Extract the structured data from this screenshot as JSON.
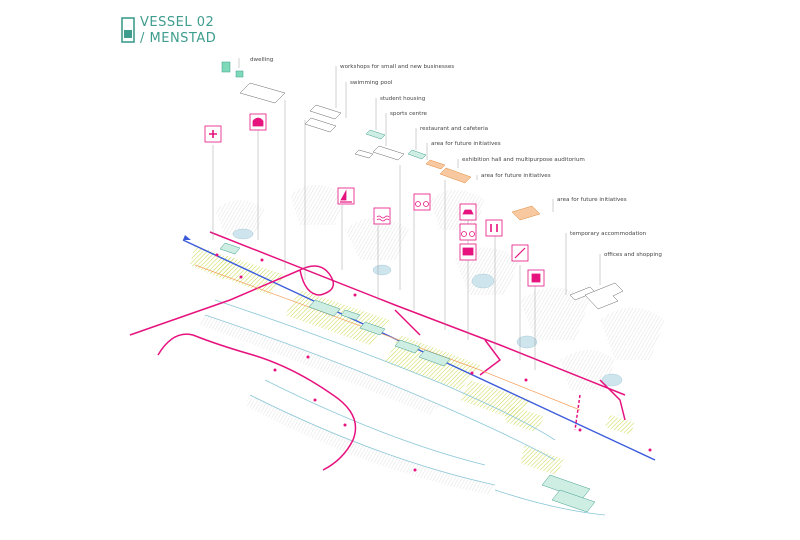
{
  "title": {
    "line1": "VESSEL 02",
    "line2": "/ MENSTAD"
  },
  "colors": {
    "accent_teal": "#3f9d8e",
    "mint": "#7dd9b8",
    "magenta": "#e6137f",
    "orange": "#f4a261",
    "blue": "#3b5bdb",
    "green": "#8fd14f",
    "water": "#cfe5ee"
  },
  "labels": [
    {
      "id": "dwelling",
      "text": "dwelling"
    },
    {
      "id": "workshops",
      "text": "workshops for small and new businesses"
    },
    {
      "id": "swimming",
      "text": "swimming pool"
    },
    {
      "id": "student",
      "text": "student housing"
    },
    {
      "id": "sports",
      "text": "sports centre"
    },
    {
      "id": "restaurant",
      "text": "restaurant and cafeteria"
    },
    {
      "id": "future1",
      "text": "area for future initiatives"
    },
    {
      "id": "exhibition",
      "text": "exhibition hall and multipurpose auditorium"
    },
    {
      "id": "future2",
      "text": "area for future initiatives"
    },
    {
      "id": "future3",
      "text": "area for future initiatives"
    },
    {
      "id": "temporary",
      "text": "temporary accommodation"
    },
    {
      "id": "offices",
      "text": "offices and shopping"
    }
  ],
  "icons": [
    {
      "id": "plus",
      "name": "health-plus-icon"
    },
    {
      "id": "laundry",
      "name": "laundry-icon"
    },
    {
      "id": "sailing",
      "name": "sailboat-icon"
    },
    {
      "id": "swim",
      "name": "swimming-icon"
    },
    {
      "id": "bike",
      "name": "bicycle-icon"
    },
    {
      "id": "car",
      "name": "car-icon"
    },
    {
      "id": "bike2",
      "name": "bicycle-rental-icon"
    },
    {
      "id": "toilet",
      "name": "toilet-icon"
    },
    {
      "id": "bus",
      "name": "bus-icon"
    },
    {
      "id": "fishing",
      "name": "fishing-rod-icon"
    },
    {
      "id": "tram",
      "name": "tram-icon"
    }
  ]
}
